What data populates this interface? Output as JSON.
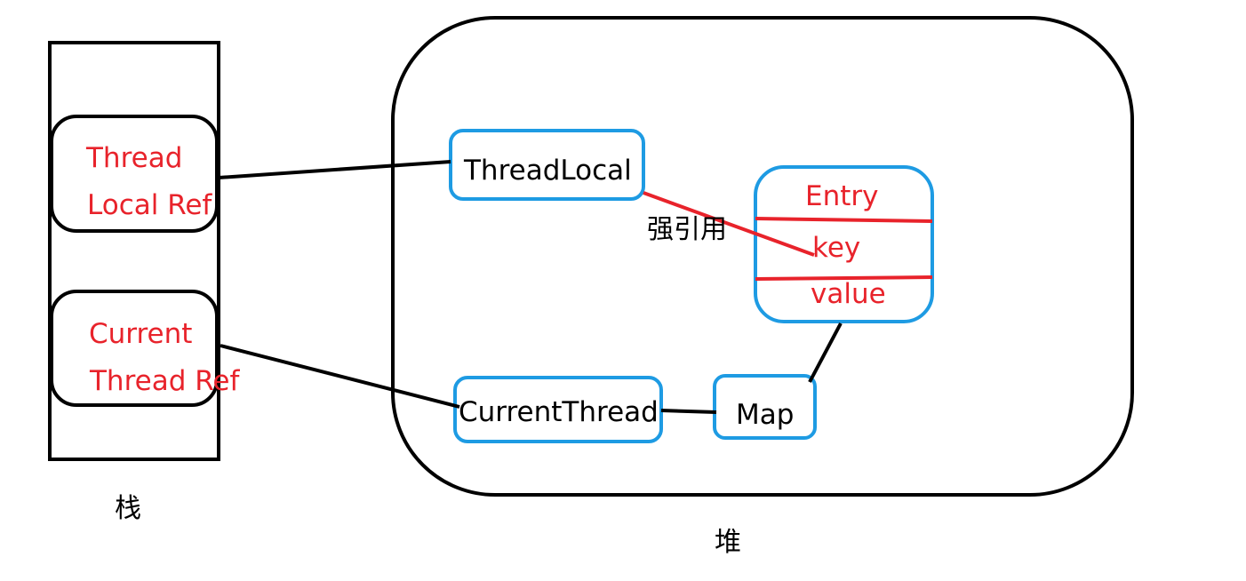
{
  "colors": {
    "outline": "#000000",
    "heap_object": "#1e9be3",
    "reference_text": "#e8232b",
    "strong_reference": "#e8232b"
  },
  "stack": {
    "label": "栈",
    "slots": [
      {
        "line1": "Thread",
        "line2": "Local Ref"
      },
      {
        "line1": "Current",
        "line2": "Thread Ref"
      }
    ]
  },
  "heap": {
    "label": "堆",
    "threadlocal": "ThreadLocal",
    "current_thread": "CurrentThread",
    "map": "Map",
    "entry": {
      "title": "Entry",
      "key": "key",
      "value": "value"
    },
    "strong_ref_label": "强引用"
  }
}
